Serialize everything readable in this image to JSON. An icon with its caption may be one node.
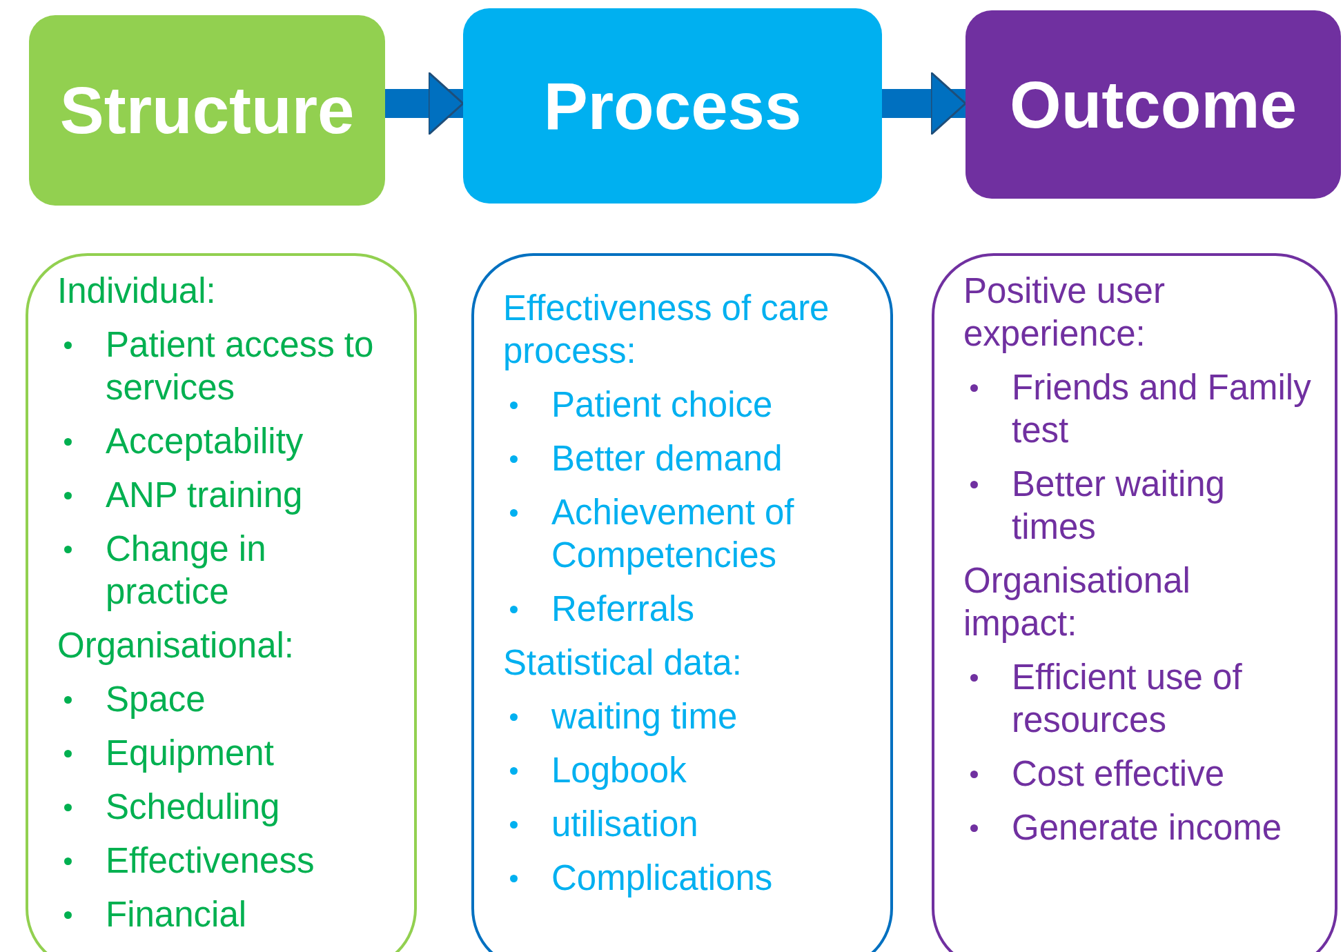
{
  "diagram": {
    "nodes": [
      {
        "text": [
          "Structure"
        ]
      },
      {
        "text": [
          "Process"
        ]
      },
      {
        "text": [
          "Outcome"
        ]
      },
      {
        "text": [
          "Individual:",
          "Patient access to services",
          "Acceptability",
          "ANP training",
          "Change in practice",
          "Organisational:",
          "Space",
          "Equipment",
          "Scheduling",
          "Effectiveness",
          "Financial"
        ]
      },
      {
        "text": [
          "Effectiveness of care process:",
          "Patient choice",
          "Better demand",
          "Achievement of Competencies",
          "Referrals",
          "Statistical data:",
          "waiting time",
          "Logbook",
          "utilisation",
          "Complications"
        ]
      },
      {
        "text": [
          "Positive user experience:",
          "Friends and Family test",
          "Better waiting times",
          "Organisational impact:",
          "Efficient use of resources",
          "Cost effective",
          "Generate income"
        ]
      }
    ],
    "edges": [
      {
        "from": 0,
        "to": 1,
        "arrow": "to"
      },
      {
        "from": 1,
        "to": 2,
        "arrow": "to"
      }
    ]
  }
}
